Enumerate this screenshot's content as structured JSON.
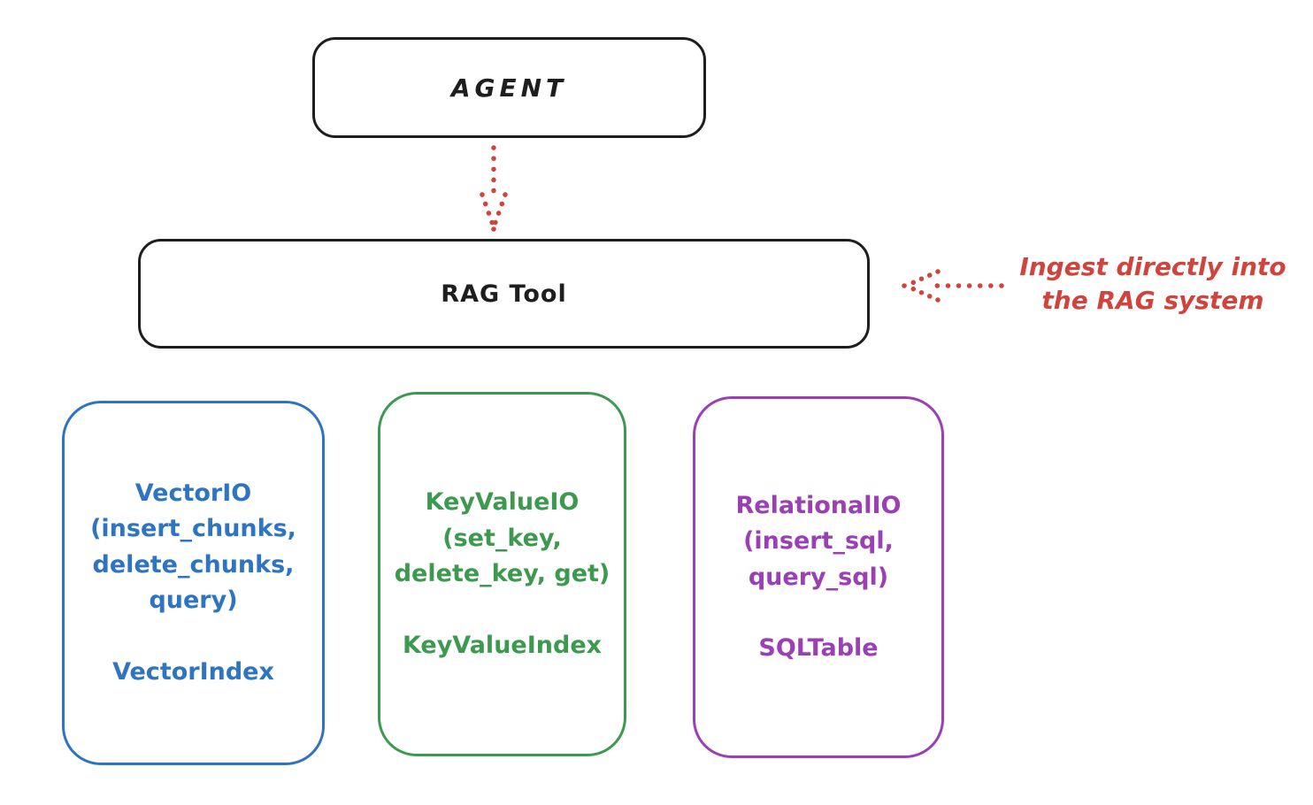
{
  "agent": {
    "label": "AGENT"
  },
  "rag_tool": {
    "label": "RAG Tool"
  },
  "annotation": {
    "line1": "Ingest directly into",
    "line2": "the RAG system",
    "color": "#cf453e"
  },
  "arrows": {
    "agent_to_rag": "dotted red arrow pointing down from AGENT to RAG Tool",
    "ingest_to_rag": "dotted red arrow pointing left from annotation to RAG Tool"
  },
  "nodes": [
    {
      "name": "vector-io",
      "io_block": "VectorIO\n(insert_chunks,\ndelete_chunks,\nquery)",
      "index_label": "VectorIndex",
      "color": "#2e74c0"
    },
    {
      "name": "key-value-io",
      "io_block": "KeyValueIO\n(set_key,\ndelete_key, get)",
      "index_label": "KeyValueIndex",
      "color": "#3d9950"
    },
    {
      "name": "relational-io",
      "io_block": "RelationalIO\n(insert_sql,\nquery_sql)",
      "index_label": "SQLTable",
      "color": "#9b3fb5"
    }
  ],
  "colors": {
    "stroke": "#1e1e1e",
    "red": "#cf453e",
    "blue": "#2e74c0",
    "green": "#3d9950",
    "purple": "#9b3fb5",
    "background": "#ffffff"
  }
}
